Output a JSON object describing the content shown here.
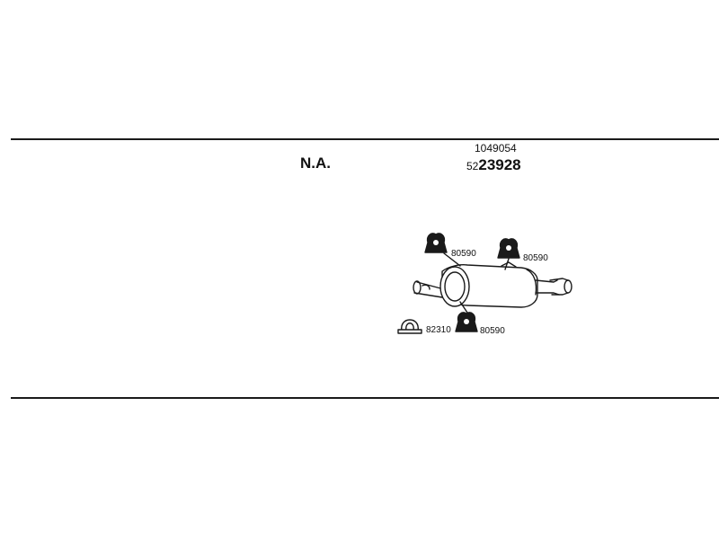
{
  "header": {
    "na_label": "N.A.",
    "oe_number": "1049054",
    "part_number_prefix": "52",
    "part_number_main": "23928"
  },
  "parts": [
    {
      "id": "rubber-mount-1",
      "label": "80590"
    },
    {
      "id": "rubber-mount-2",
      "label": "80590"
    },
    {
      "id": "pipe-clamp",
      "label": "82310"
    },
    {
      "id": "rubber-mount-3",
      "label": "80590"
    }
  ],
  "colors": {
    "line": "#1a1a1a",
    "background": "#ffffff"
  }
}
